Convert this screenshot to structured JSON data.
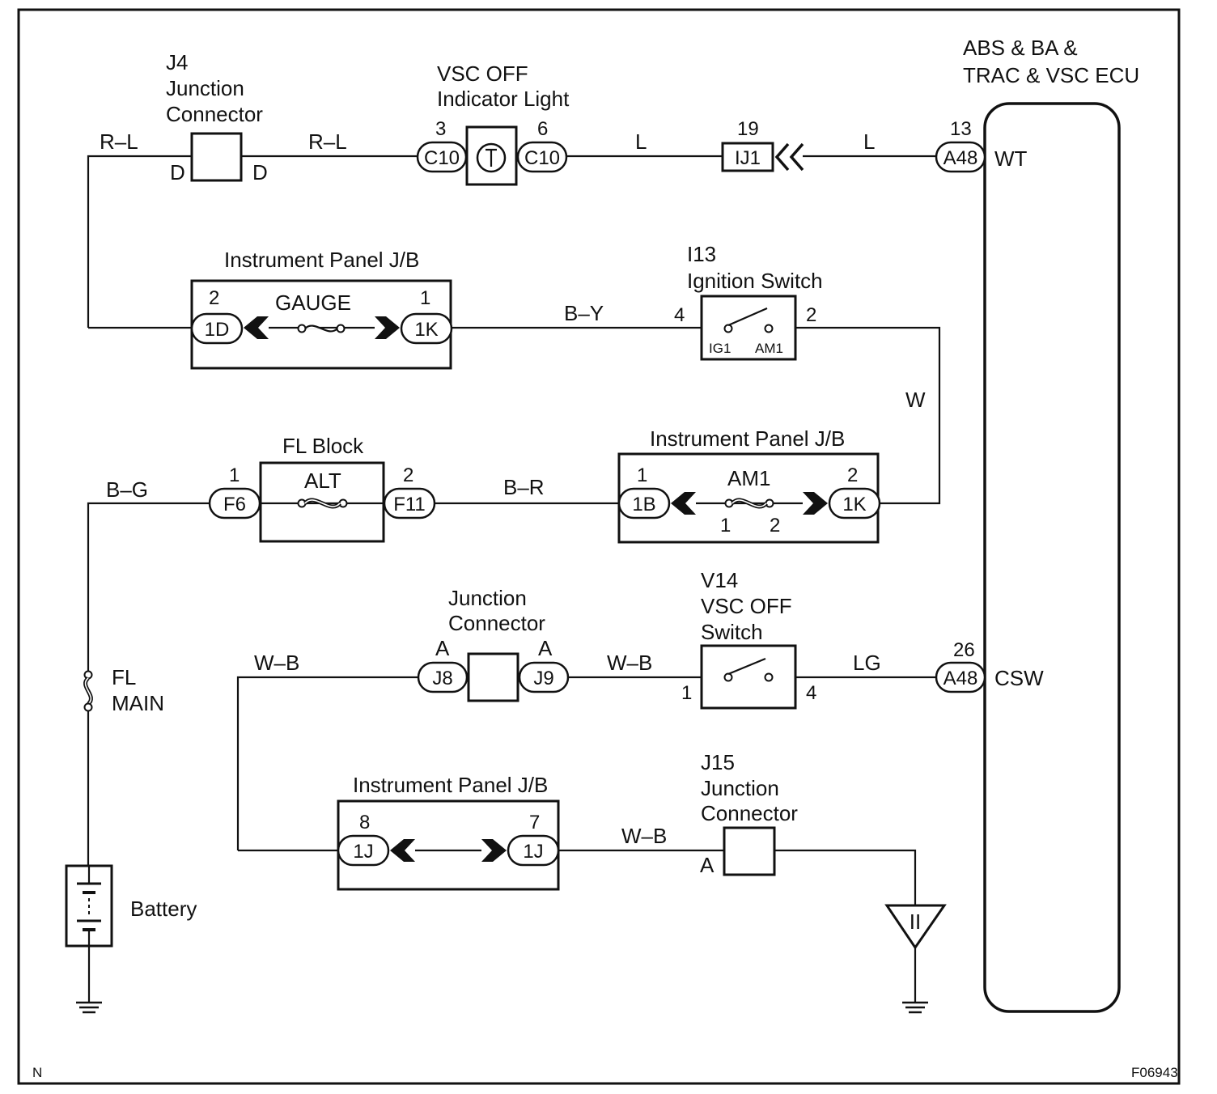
{
  "ecu": {
    "title_line1": "ABS & BA &",
    "title_line2": "TRAC & VSC ECU",
    "pin_wt": "WT",
    "pin_csw": "CSW"
  },
  "j4": {
    "id": "J4",
    "line2": "Junction",
    "line3": "Connector",
    "left_pin": "D",
    "right_pin": "D"
  },
  "vsc_light": {
    "line1": "VSC OFF",
    "line2": "Indicator Light",
    "pin_left": "3",
    "pin_right": "6",
    "conn_left": "C10",
    "conn_right": "C10"
  },
  "ij1": {
    "pin": "19",
    "conn": "IJ1"
  },
  "a48_top": {
    "pin": "13",
    "conn": "A48"
  },
  "ipjb1": {
    "title": "Instrument Panel J/B",
    "fuse": "GAUGE",
    "pin_left": "2",
    "pin_right": "1",
    "conn_left": "1D",
    "conn_right": "1K"
  },
  "i13": {
    "id": "I13",
    "title": "Ignition Switch",
    "pin_left": "4",
    "pin_right": "2",
    "term_left": "IG1",
    "term_right": "AM1"
  },
  "fl_block": {
    "title": "FL Block",
    "fuse": "ALT",
    "pin_left": "1",
    "pin_right": "2",
    "conn_left": "F6",
    "conn_right": "F11"
  },
  "ipjb2": {
    "title": "Instrument Panel J/B",
    "fuse": "AM1",
    "pin_left": "1",
    "pin_right": "2",
    "conn_left": "1B",
    "conn_right": "1K",
    "fuse_pin1": "1",
    "fuse_pin2": "2"
  },
  "fl_main": {
    "line1": "FL",
    "line2": "MAIN"
  },
  "junction_conn": {
    "line1": "Junction",
    "line2": "Connector",
    "pin_left": "A",
    "pin_right": "A",
    "conn_left": "J8",
    "conn_right": "J9"
  },
  "v14": {
    "id": "V14",
    "line2": "VSC OFF",
    "line3": "Switch",
    "pin_left": "1",
    "pin_right": "4"
  },
  "a48_bottom": {
    "pin": "26",
    "conn": "A48"
  },
  "ipjb3": {
    "title": "Instrument Panel J/B",
    "pin_left": "8",
    "pin_right": "7",
    "conn_left": "1J",
    "conn_right": "1J"
  },
  "j15": {
    "id": "J15",
    "line2": "Junction",
    "line3": "Connector",
    "pin": "A"
  },
  "battery": {
    "label": "Battery"
  },
  "ground_symbol": {
    "text": "II"
  },
  "wires": {
    "rl1": "R–L",
    "rl2": "R–L",
    "l1": "L",
    "l2": "L",
    "by": "B–Y",
    "w": "W",
    "bg": "B–G",
    "br": "B–R",
    "wb1": "W–B",
    "wb2": "W–B",
    "lg": "LG",
    "wb3": "W–B"
  },
  "footer": {
    "left": "N",
    "right": "F06943"
  }
}
